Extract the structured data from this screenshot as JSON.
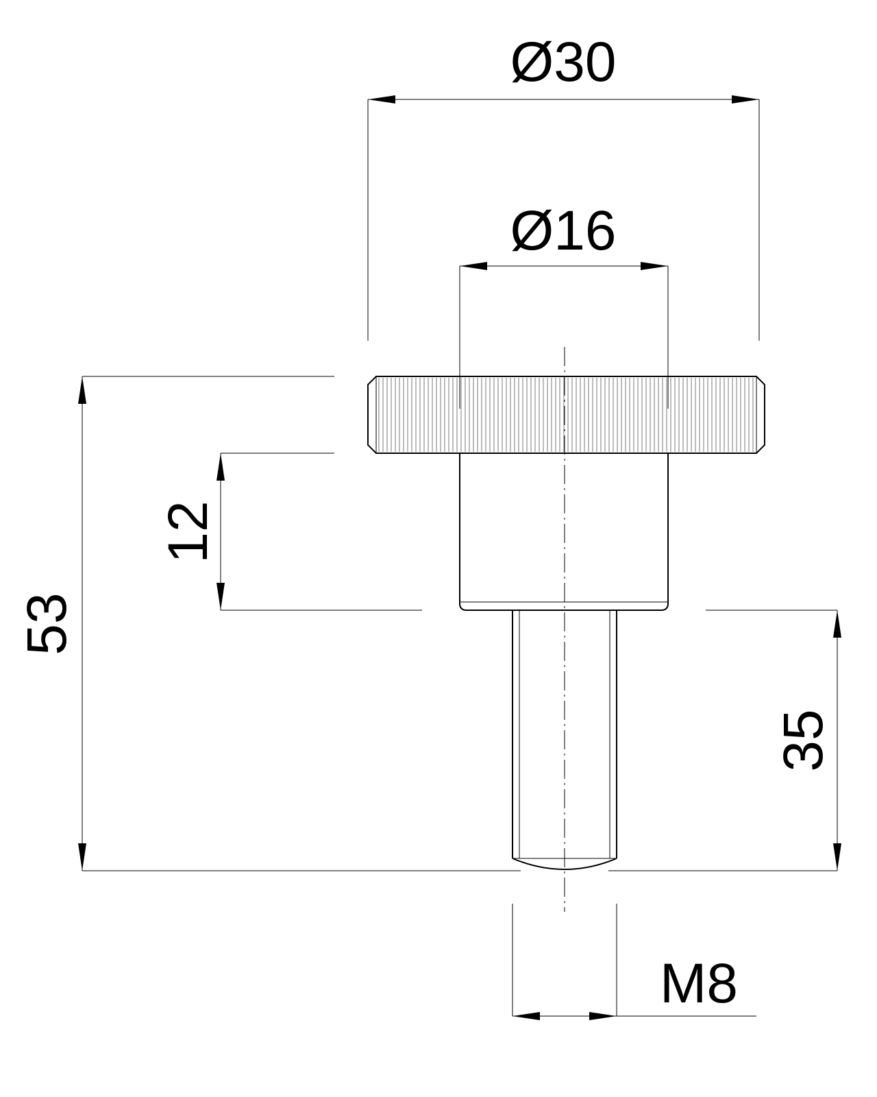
{
  "drawing": {
    "colors": {
      "line": "#000000",
      "background": "#ffffff"
    },
    "dimensions": {
      "diameter_head": "Ø30",
      "diameter_body": "Ø16",
      "collar_height": "12",
      "total_length": "53",
      "thread_length": "35",
      "thread": "M8"
    }
  }
}
